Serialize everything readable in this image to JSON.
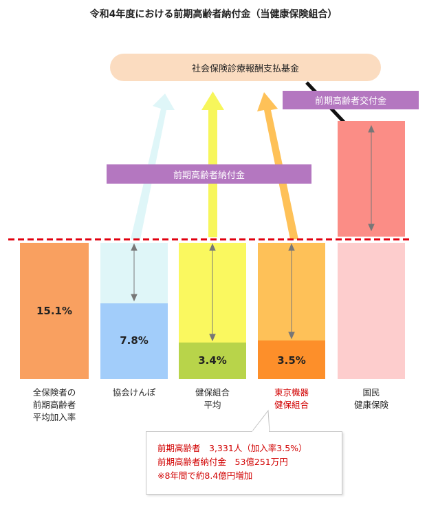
{
  "title": "令和4年度における前期高齢者納付金（当健康保険組合）",
  "fund": "社会保険診療報酬支払基金",
  "bands": {
    "grant": "前期高齢者交付金",
    "levy": "前期高齢者納付金"
  },
  "columns": [
    {
      "label": [
        "全保険者の",
        "前期高齢者",
        "平均加入率"
      ],
      "value": "15.1%",
      "color": "#f9a060"
    },
    {
      "label": [
        "協会けんぽ"
      ],
      "value": "7.8%",
      "color": "#a2cdfa",
      "upper": "#dff6f8"
    },
    {
      "label": [
        "健保組合",
        "平均"
      ],
      "value": "3.4%",
      "color": "#b8d44a",
      "upper": "#faf85f"
    },
    {
      "label": [
        "東京機器",
        "健保組合"
      ],
      "value": "3.5%",
      "color": "#fd8f2a",
      "upper": "#fec158",
      "label_color": "#d10000"
    },
    {
      "label": [
        "国民",
        "健康保険"
      ],
      "value": "",
      "color": "#fdcdcd",
      "upper": "#fb8d86"
    }
  ],
  "callout": {
    "lines": [
      "前期高齢者　3,331人（加入率3.5%）",
      "前期高齢者納付金　53億251万円",
      "※8年間で約8.4億円増加"
    ],
    "color": "#d10000"
  },
  "colors": {
    "dashed_line": "#e1000f",
    "arrow_kyokai": "#dff6f8",
    "arrow_kenpo": "#f7f65b",
    "arrow_tokyo": "#fec158",
    "arrow_black": "#111111"
  }
}
